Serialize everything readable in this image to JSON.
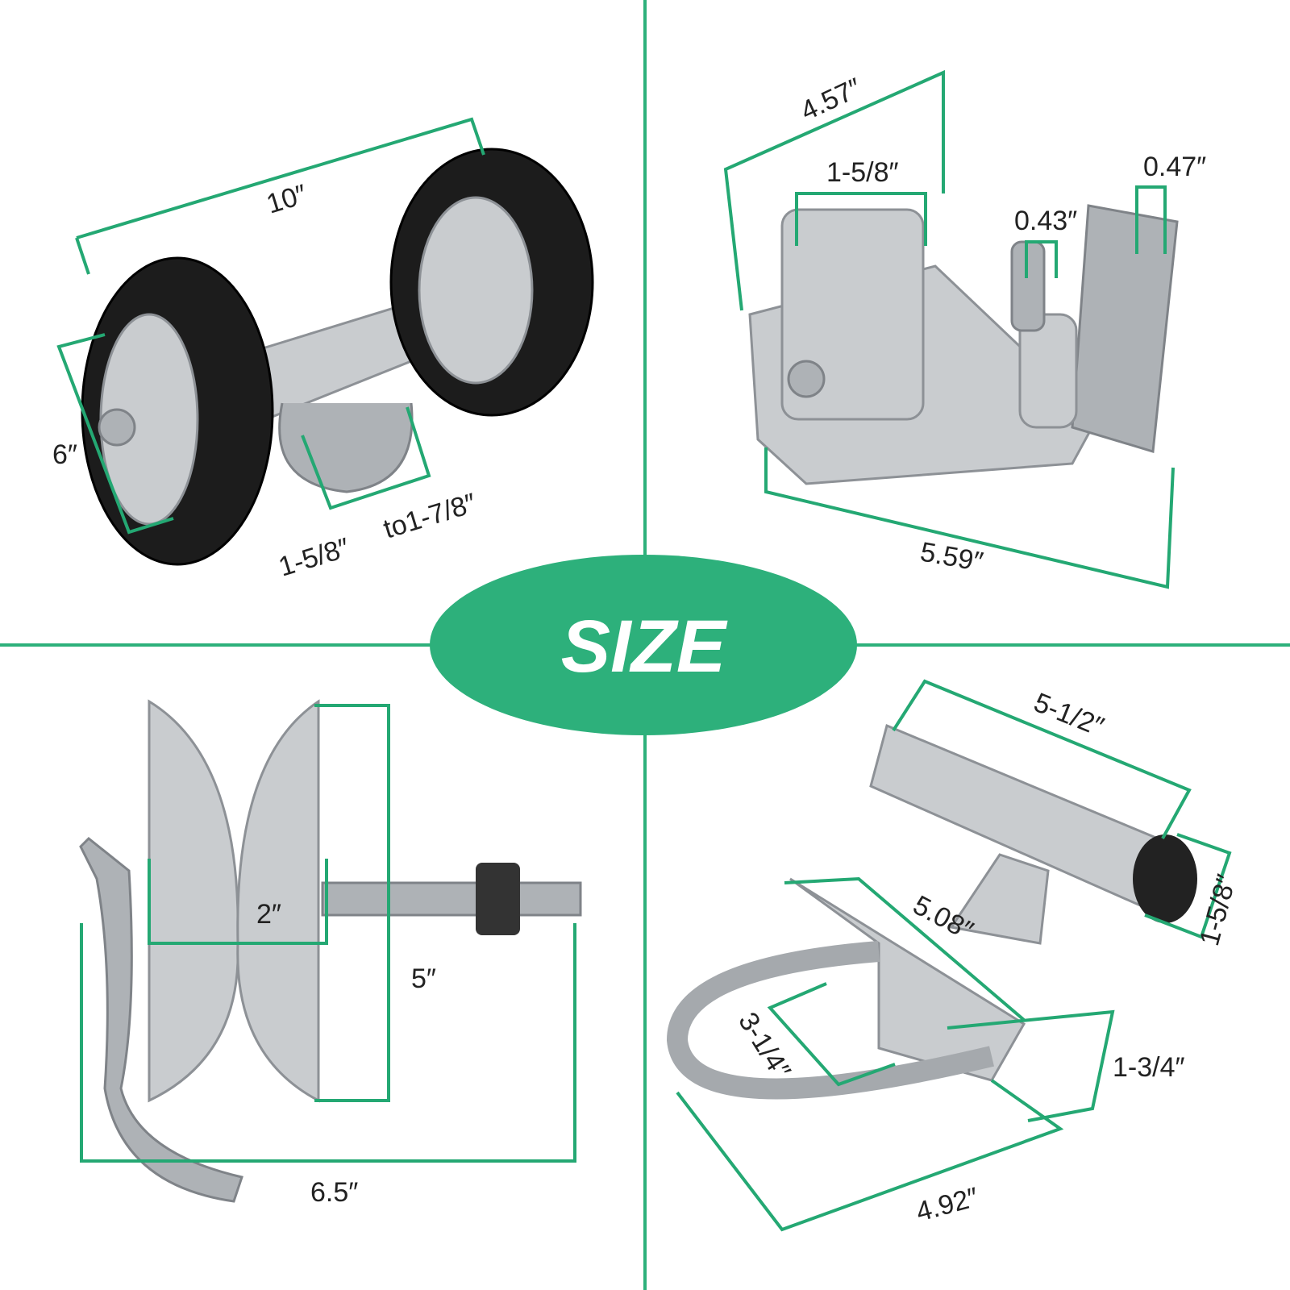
{
  "badge": {
    "title": "SIZE",
    "color": "#2db07b"
  },
  "panels": {
    "wheel_carrier": {
      "length": "10″",
      "wheel": "6″",
      "clamp_min": "1-5/8″",
      "clamp_max": "to1-7/8″"
    },
    "gate_hinge": {
      "width": "4.57″",
      "clamp": "1-5/8″",
      "pin": "0.43″",
      "slot": "0.47″",
      "base": "5.59″"
    },
    "roller": {
      "groove": "2″",
      "height": "5″",
      "length": "6.5″"
    },
    "latch_guide": {
      "length": "5-1/2″",
      "tube": "1-5/8″",
      "arm": "5.08″",
      "ubolt": "3-1/4″",
      "bracket": "1-3/4″",
      "base": "4.92″"
    }
  }
}
